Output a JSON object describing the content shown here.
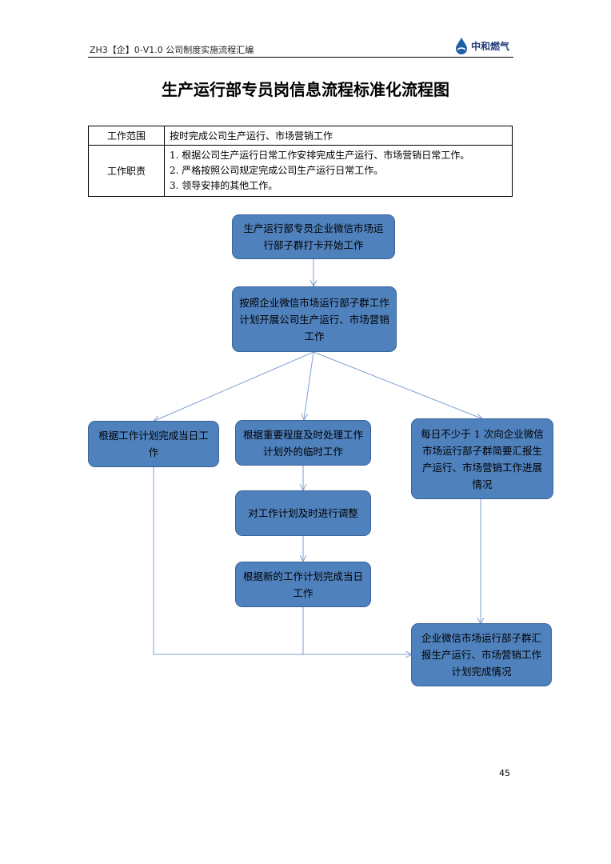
{
  "header": {
    "doc_code": "ZH3【企】0-V1.0 公司制度实施流程汇编",
    "logo_text": "中和燃气",
    "logo_icon": "water-drop-icon"
  },
  "title": "生产运行部专员岗信息流程标准化流程图",
  "info_table": {
    "scope_label": "工作范围",
    "scope_value": "按时完成公司生产运行、市场营销工作",
    "duty_label": "工作职责",
    "duties": [
      "1. 根据公司生产运行日常工作安排完成生产运行、市场营销日常工作。",
      "2. 严格按照公司规定完成公司生产运行日常工作。",
      "3. 领导安排的其他工作。"
    ]
  },
  "flow": {
    "start": "生产运行部专员企业微信市场运行部子群打卡开始工作",
    "plan": "按照企业微信市场运行部子群工作计划开展公司生产运行、市场营销工作",
    "daily": "根据工作计划完成当日工作",
    "priority": "根据重要程度及时处理工作计划外的临时工作",
    "adjust": "对工作计划及时进行调整",
    "new_plan": "根据新的工作计划完成当日工作",
    "report": "每日不少于 1 次向企业微信市场运行部子群简要汇报生产运行、市场营销工作进展情况",
    "final": "企业微信市场运行部子群汇报生产运行、市场营销工作计划完成情况",
    "box_color": "#4f81bd",
    "line_color": "#7f9fcf"
  },
  "page_number": "45"
}
